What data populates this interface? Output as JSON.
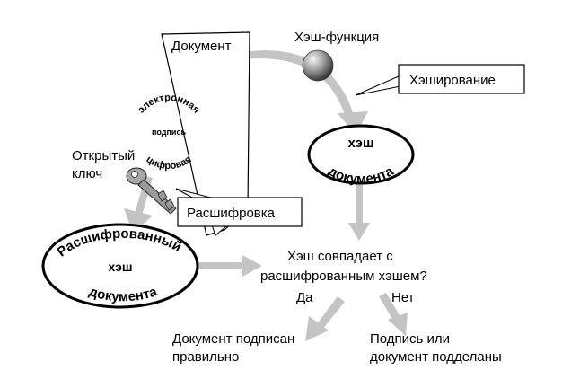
{
  "document": {
    "label": "Документ"
  },
  "hash_function": {
    "label": "Хэш-функция"
  },
  "hashing": {
    "label": "Хэширование"
  },
  "signature": {
    "line1": "электронная",
    "line2": "подпись",
    "line3": "цифровая"
  },
  "document_hash": {
    "line1": "хэш",
    "line2": "документа"
  },
  "public_key": {
    "line1": "Открытый",
    "line2": "ключ"
  },
  "decryption": {
    "label": "Расшифровка"
  },
  "decrypted_hash": {
    "line1": "Расшифрованный",
    "line2": "хэш",
    "line3": "документа"
  },
  "question": {
    "line1": "Хэш совпадает с",
    "line2": "расшифрованным хэшем?"
  },
  "answer_yes": {
    "label": "Да"
  },
  "answer_no": {
    "label": "Нет"
  },
  "result_yes": {
    "line1": "Документ подписан",
    "line2": "правильно"
  },
  "result_no": {
    "line1": "Подпись или",
    "line2": "документ подделаны"
  },
  "colors": {
    "arrow": "#c4c4c4",
    "stroke": "#000000",
    "sphere": "#8a8a8a",
    "key": "#9a9a9a"
  }
}
